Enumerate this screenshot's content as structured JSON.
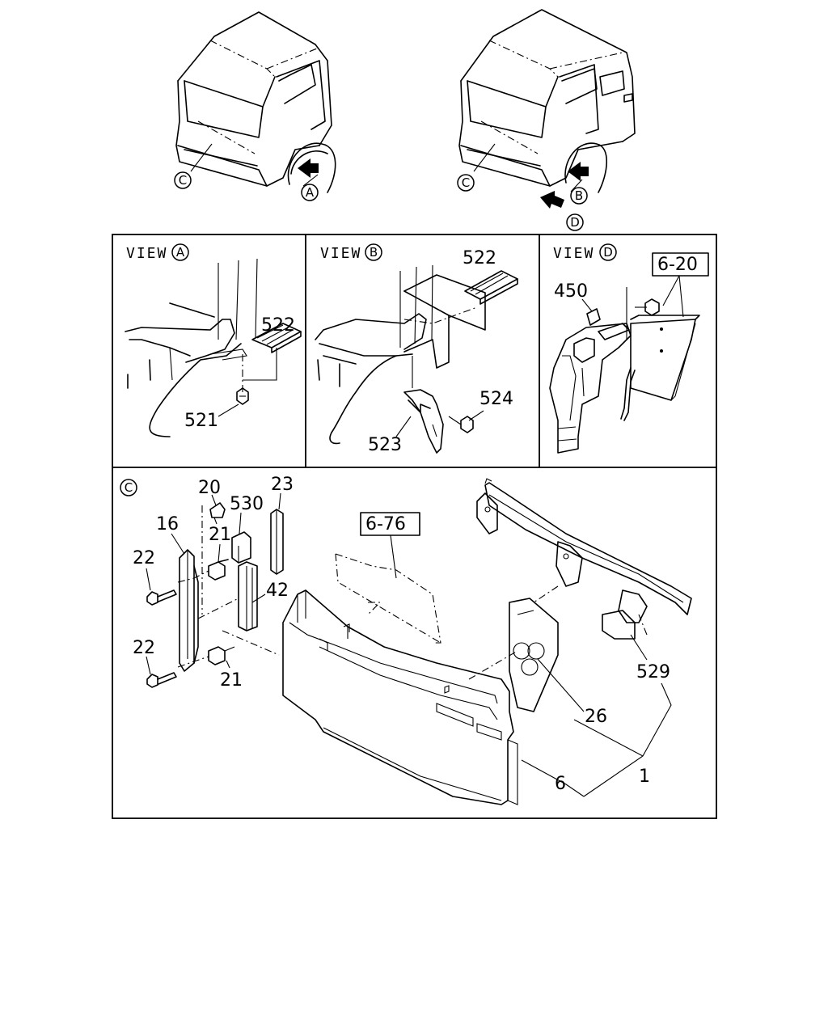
{
  "labels": {
    "circle_c_left": "C",
    "circle_a": "A",
    "circle_c_right": "C",
    "circle_b": "B",
    "circle_d": "D",
    "view_a_prefix": "VIEW",
    "view_a_mark": "A",
    "view_b_prefix": "VIEW",
    "view_b_mark": "B",
    "view_d_prefix": "VIEW",
    "view_d_mark": "D",
    "detail_c_mark": "C",
    "a_522": "522",
    "a_521": "521",
    "b_522": "522",
    "b_524": "524",
    "b_523": "523",
    "d_450": "450",
    "d_ref": "6-20",
    "c_20": "20",
    "c_530": "530",
    "c_23": "23",
    "c_16": "16",
    "c_21_top": "21",
    "c_22_top": "22",
    "c_42": "42",
    "c_ref": "6-76",
    "c_22_bot": "22",
    "c_21_bot": "21",
    "c_529": "529",
    "c_26": "26",
    "c_1": "1",
    "c_6": "6"
  }
}
